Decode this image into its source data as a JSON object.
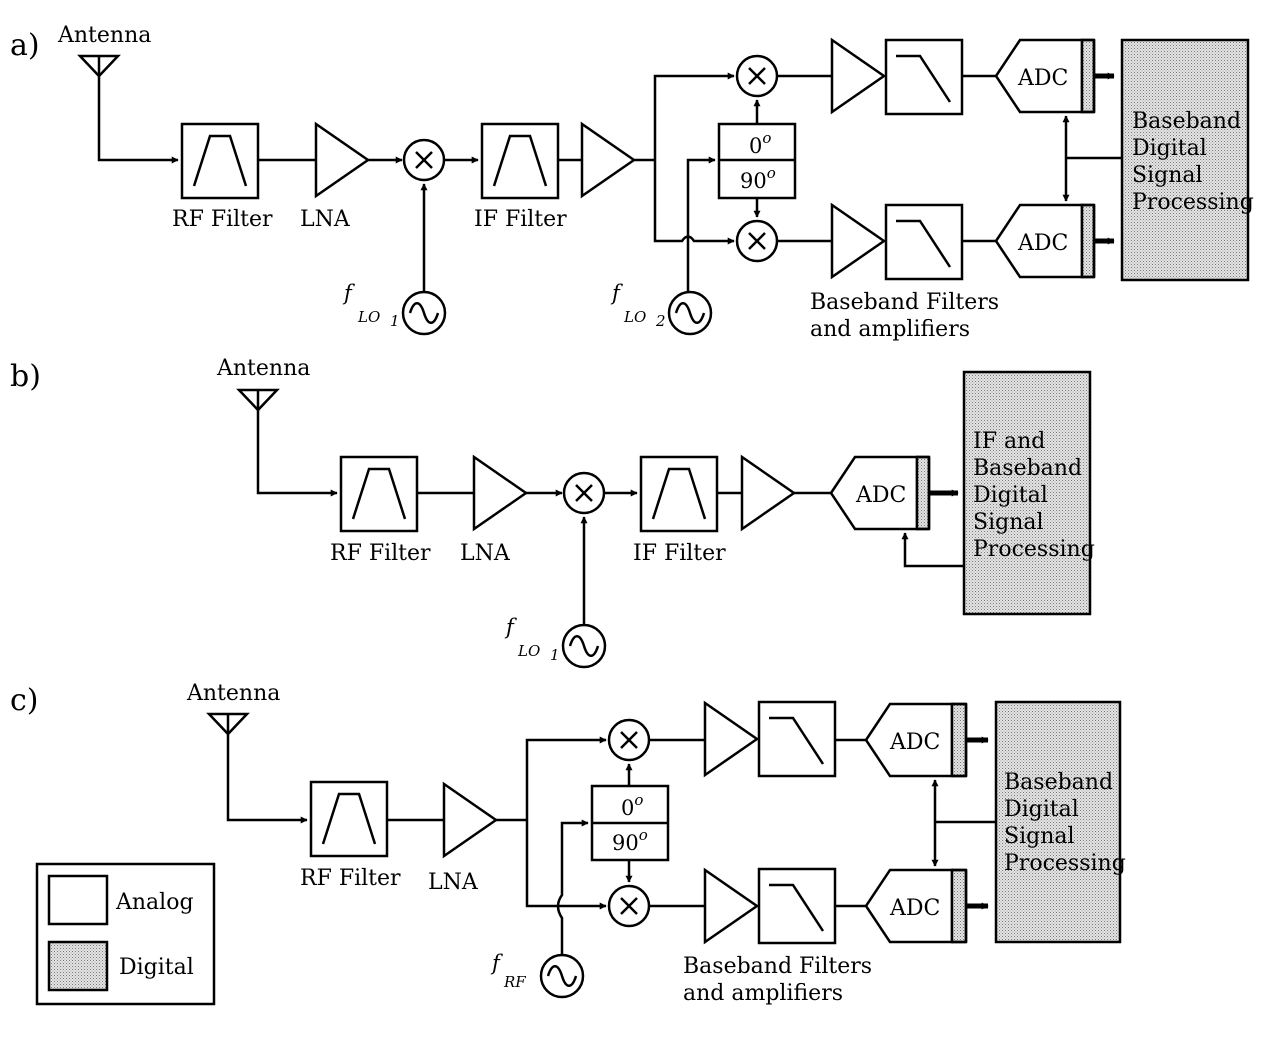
{
  "panels": [
    {
      "id": "a",
      "label": "a)",
      "antenna": "Antenna",
      "rf_filter": "RF Filter",
      "lna": "LNA",
      "if_filter": "IF Filter",
      "lo1": {
        "base": "f",
        "sub": "LO",
        "num": "1"
      },
      "lo2": {
        "base": "f",
        "sub": "LO",
        "num": "2"
      },
      "phase": {
        "top": "0",
        "bottom": "90",
        "unit": "o"
      },
      "adc_i": "ADC",
      "adc_q": "ADC",
      "bb_filters": [
        "Baseband Filters",
        "and amplifiers"
      ],
      "dsp": [
        "Baseband",
        "Digital",
        "Signal",
        "Processing"
      ]
    },
    {
      "id": "b",
      "label": "b)",
      "antenna": "Antenna",
      "rf_filter": "RF Filter",
      "lna": "LNA",
      "if_filter": "IF Filter",
      "lo1": {
        "base": "f",
        "sub": "LO",
        "num": "1"
      },
      "adc": "ADC",
      "dsp": [
        "IF and",
        "Baseband",
        "Digital",
        "Signal",
        "Processing"
      ]
    },
    {
      "id": "c",
      "label": "c)",
      "antenna": "Antenna",
      "rf_filter": "RF Filter",
      "lna": "LNA",
      "lo": {
        "base": "f",
        "sub": "RF"
      },
      "phase": {
        "top": "0",
        "bottom": "90",
        "unit": "o"
      },
      "adc_i": "ADC",
      "adc_q": "ADC",
      "bb_filters": [
        "Baseband Filters",
        "and amplifiers"
      ],
      "dsp": [
        "Baseband",
        "Digital",
        "Signal",
        "Processing"
      ]
    }
  ],
  "legend": {
    "analog": "Analog",
    "digital": "Digital"
  },
  "colors": {
    "stroke": "#000000",
    "analog_fill": "#ffffff",
    "digital_fill": "#d0d0d0"
  }
}
